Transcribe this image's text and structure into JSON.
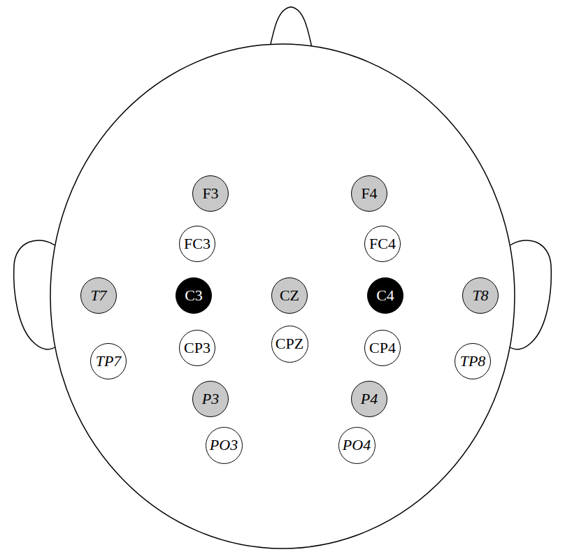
{
  "diagram": {
    "nodes": [
      {
        "text": [
          "F3"
        ]
      },
      {
        "text": [
          "F4"
        ]
      },
      {
        "text": [
          "FC3"
        ]
      },
      {
        "text": [
          "FC4"
        ]
      },
      {
        "text": [
          "T7"
        ]
      },
      {
        "text": [
          "C3"
        ]
      },
      {
        "text": [
          "CZ"
        ]
      },
      {
        "text": [
          "C4"
        ]
      },
      {
        "text": [
          "T8"
        ]
      },
      {
        "text": [
          "TP7"
        ]
      },
      {
        "text": [
          "CP3"
        ]
      },
      {
        "text": [
          "CPZ"
        ]
      },
      {
        "text": [
          "CP4"
        ]
      },
      {
        "text": [
          "TP8"
        ]
      },
      {
        "text": [
          "P3"
        ]
      },
      {
        "text": [
          "P4"
        ]
      },
      {
        "text": [
          "PO3"
        ]
      },
      {
        "text": [
          "PO4"
        ]
      }
    ]
  }
}
